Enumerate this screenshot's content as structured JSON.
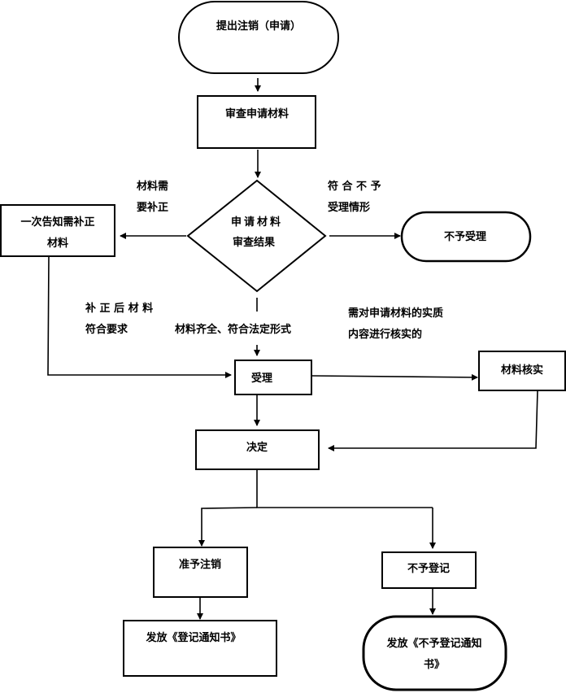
{
  "nodes": {
    "start": "提出注销（申请）",
    "review": "审查申请材料",
    "decision_line1": "申请材料",
    "decision_line2": "审查结果",
    "notify_line1": "一次告知需补正",
    "notify_line2": "材料",
    "reject": "不予受理",
    "accept": "受理",
    "verify": "材料核实",
    "decide": "决定",
    "approve": "准予注销",
    "deny": "不予登记",
    "issue_notice": "发放《登记通知书》",
    "issue_deny_line1": "发放《不予登记通知",
    "issue_deny_line2": "书》"
  },
  "labels": {
    "need_fix_line1": "材料需",
    "need_fix_line2": "要补正",
    "not_accept_line1": "符 合 不 予",
    "not_accept_line2": "受理情形",
    "fixed_line1": "补 正 后 材 料",
    "fixed_line2": "符合要求",
    "complete": "材料齐全、符合法定形式",
    "verify_need_line1": "需对申请材料的实质",
    "verify_need_line2": "内容进行核实的"
  }
}
